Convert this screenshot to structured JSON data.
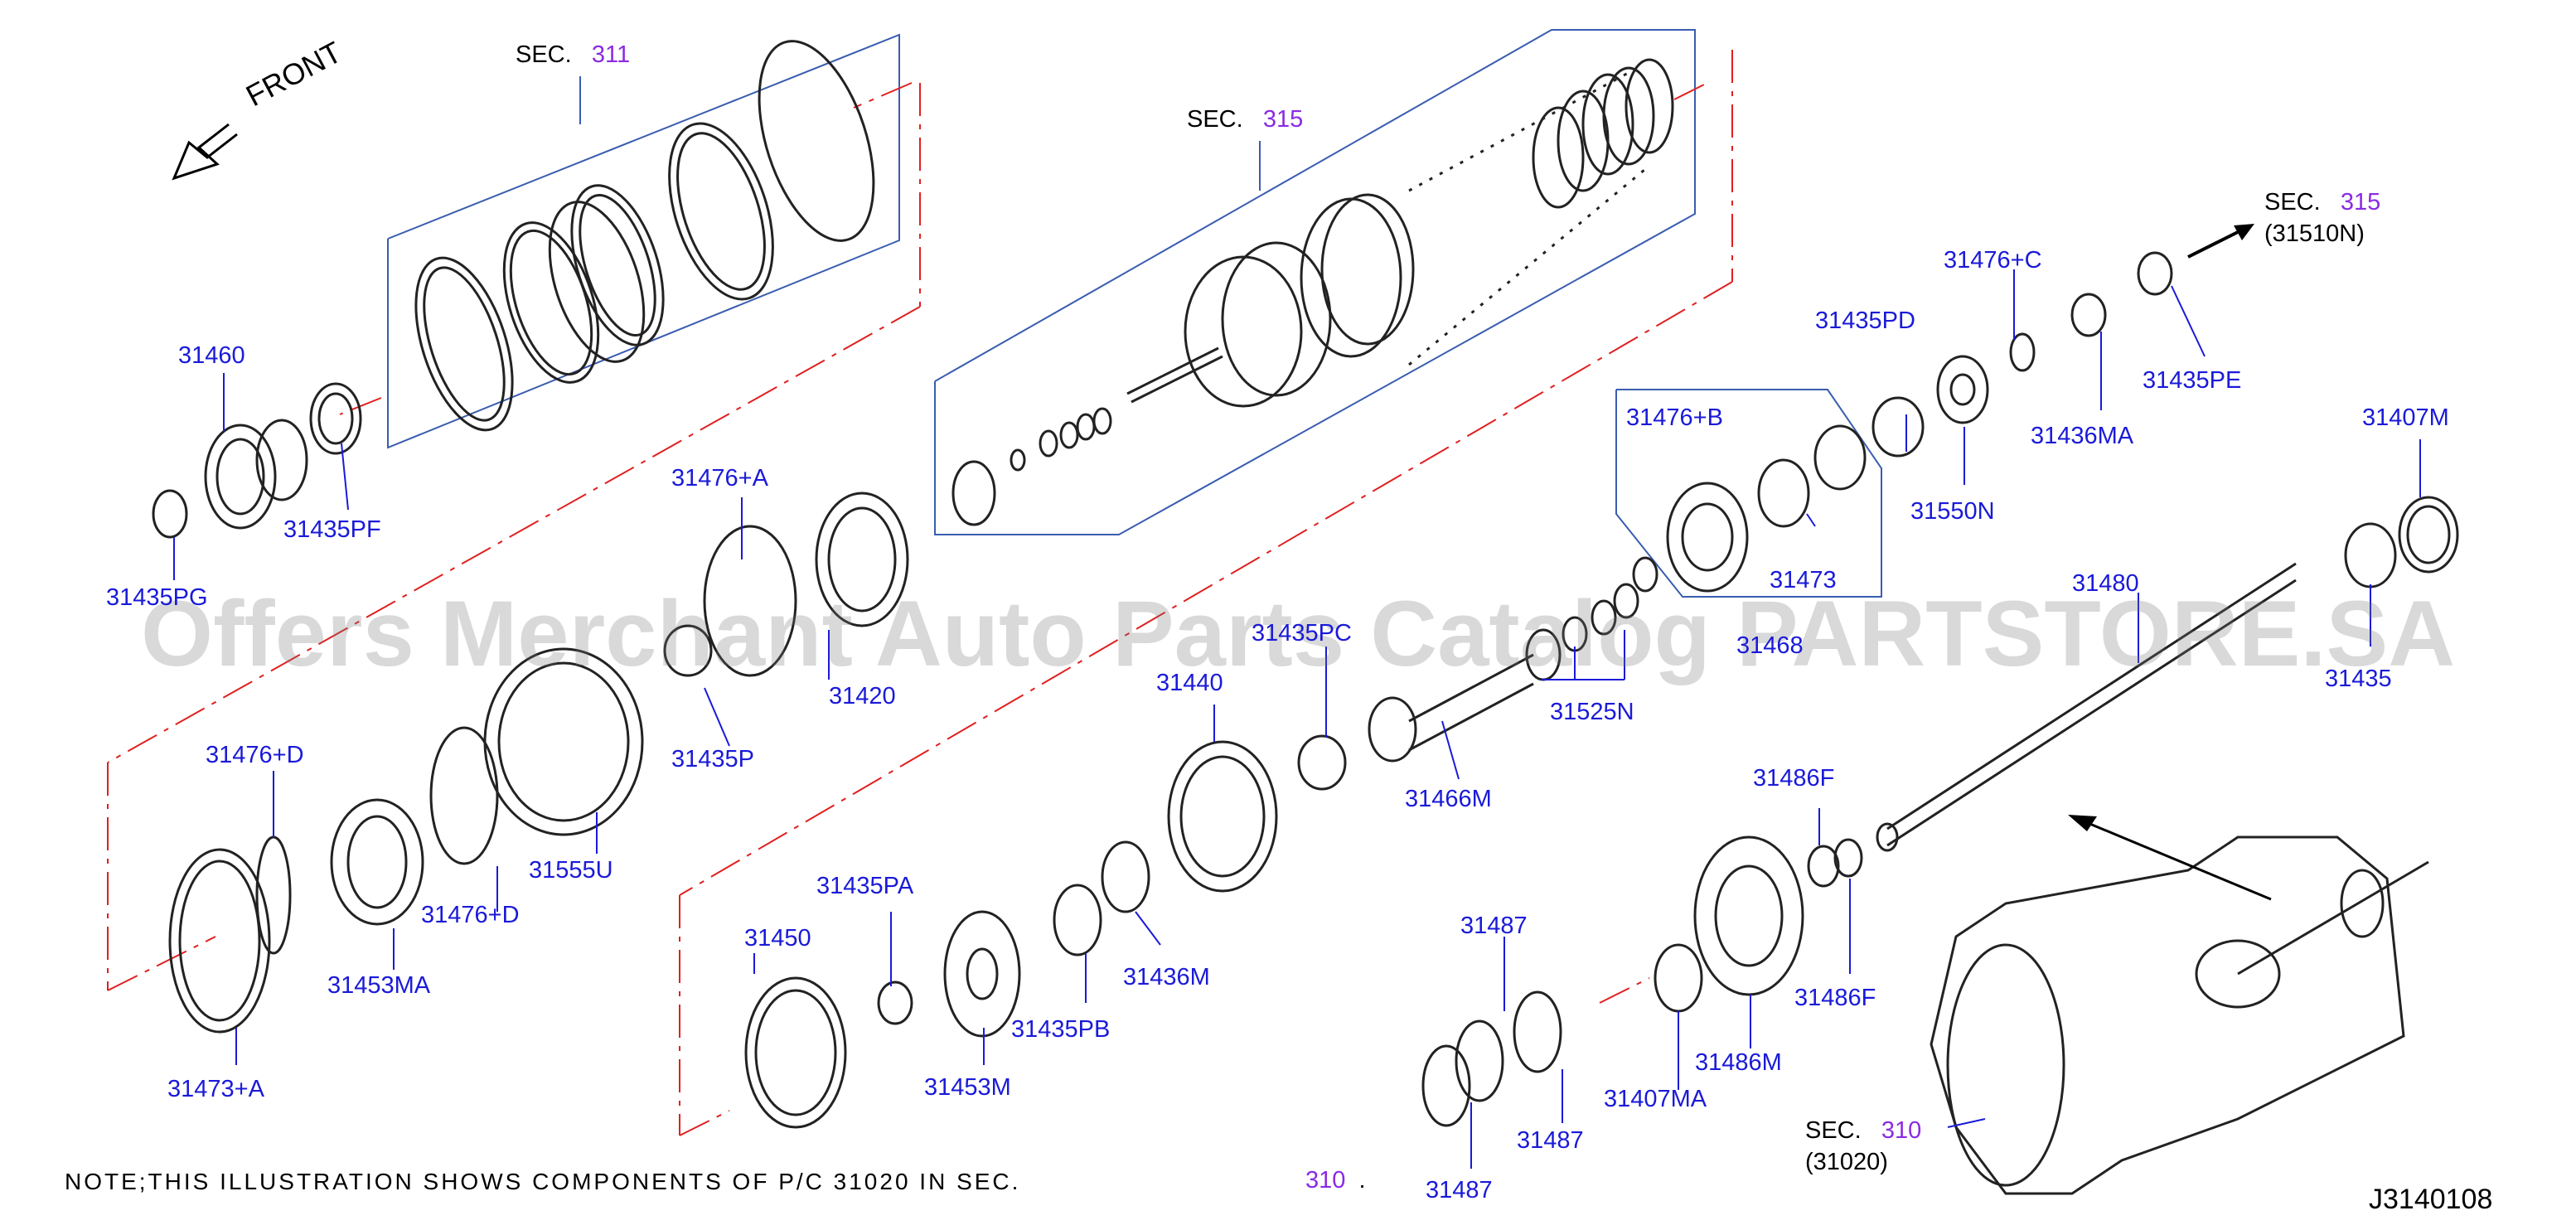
{
  "sec_labels": {
    "s311": {
      "prefix": "SEC.",
      "num": "311"
    },
    "s315a": {
      "prefix": "SEC.",
      "num": "315"
    },
    "s315b": {
      "prefix": "SEC.",
      "num": "315",
      "sub": "(31510N)"
    },
    "s310": {
      "prefix": "SEC.",
      "num": "310",
      "sub": "(31020)"
    }
  },
  "front_label": "FRONT",
  "parts": {
    "p31460": "31460",
    "p31435PF": "31435PF",
    "p31435PG": "31435PG",
    "p31476A": "31476+A",
    "p31420": "31420",
    "p31435P": "31435P",
    "p31555U": "31555U",
    "p31476D1": "31476+D",
    "p31476D2": "31476+D",
    "p31453MA": "31453MA",
    "p31473A": "31473+A",
    "p31435PA": "31435PA",
    "p31450": "31450",
    "p31453M": "31453M",
    "p31435PB": "31435PB",
    "p31436M": "31436M",
    "p31440": "31440",
    "p31435PC": "31435PC",
    "p31466M": "31466M",
    "p31476B": "31476+B",
    "p31473": "31473",
    "p31468": "31468",
    "p31525N": "31525N",
    "p31435PD": "31435PD",
    "p31476C": "31476+C",
    "p31550N": "31550N",
    "p31436MA": "31436MA",
    "p31435PE": "31435PE",
    "p31407M": "31407M",
    "p31480": "31480",
    "p31435": "31435",
    "p31486F1": "31486F",
    "p31486F2": "31486F",
    "p31487a": "31487",
    "p31487b": "31487",
    "p31487c": "31487",
    "p31486M": "31486M",
    "p31407MA": "31407MA"
  },
  "note": {
    "text": "NOTE;THIS ILLUSTRATION SHOWS COMPONENTS OF P/C 31020 IN SEC.",
    "sec": "310",
    "dot": "."
  },
  "diagram_code": "J3140108",
  "watermark": "Offers Merchant Auto Parts Catalog PARTSTORE.SA",
  "colors": {
    "leader": "#1a1ad9",
    "phantom": "#e0201f",
    "part_text": "#1a1ad9",
    "sec_num": "#8a2be2"
  }
}
